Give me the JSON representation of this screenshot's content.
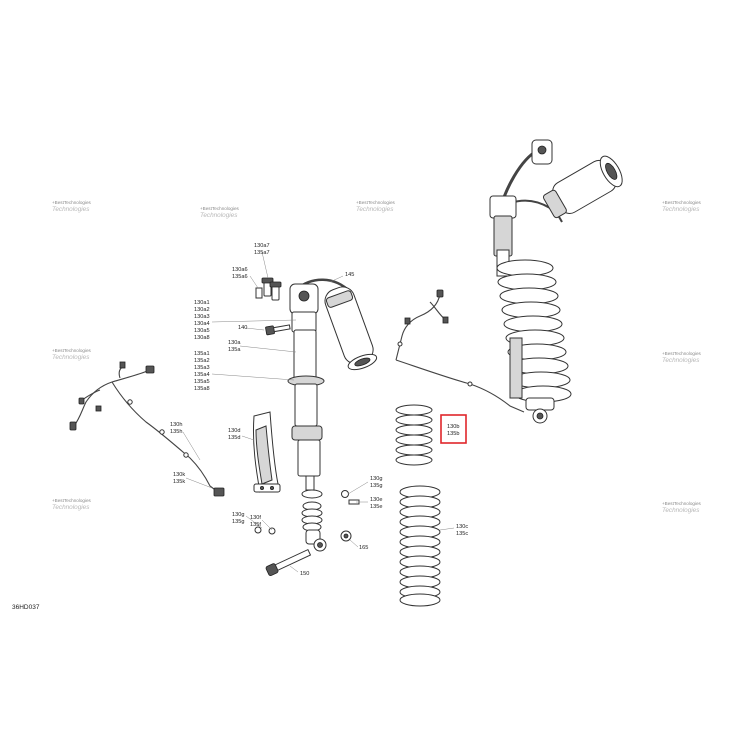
{
  "diagram_code": "36HD037",
  "watermark": {
    "line1": "+Best",
    "line2": "Technologies"
  },
  "highlight_color": "#e0262b",
  "callouts": {
    "c130a7": "130a7",
    "c135a7": "135a7",
    "c130a6": "130a6",
    "c135a6": "135a6",
    "c145": "145",
    "c140": "140",
    "c130a1": "130a1",
    "c130a2": "130a2",
    "c130a3": "130a3",
    "c130a4": "130a4",
    "c130a5": "130a5",
    "c130a8": "130a8",
    "c130a": "130a",
    "c135a": "135a",
    "c135a1": "135a1",
    "c135a2": "135a2",
    "c135a3": "135a3",
    "c135a4": "135a4",
    "c135a5": "135a5",
    "c135a8": "135a8",
    "c130h": "130h",
    "c135h": "135h",
    "c130d": "130d",
    "c135d": "135d",
    "c130k": "130k",
    "c135k": "135k",
    "c130b": "130b",
    "c135b": "135b",
    "c130g": "130g",
    "c135g": "135g",
    "c130e": "130e",
    "c135e": "135e",
    "c130f": "130f",
    "c135f": "135f",
    "c130c": "130c",
    "c135c": "135c",
    "c150": "150",
    "c165": "165"
  }
}
